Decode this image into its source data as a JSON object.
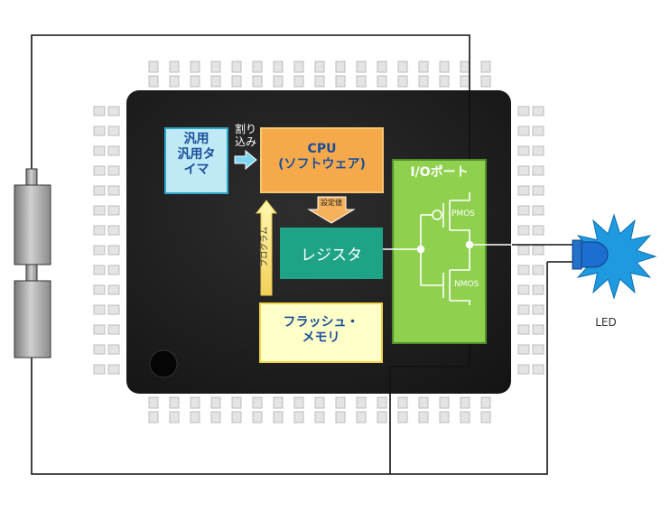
{
  "timer": {
    "line1": "汎用",
    "line2": "汎用タ",
    "line3": "イマ"
  },
  "interrupt": {
    "line1": "割り",
    "line2": "込み"
  },
  "cpu": {
    "line1": "CPU",
    "line2": "(ソフトウェア)"
  },
  "settings_label": "設定値",
  "program_label": "プログラム",
  "register_label": "レジスタ",
  "flash": {
    "line1": "フラッシュ・",
    "line2": "メモリ"
  },
  "io_port_label": "I/Oポート",
  "pmos_label": "PMOS",
  "nmos_label": "NMOS",
  "led_label": "LED",
  "colors": {
    "timer_fill": "#bfe9f5",
    "timer_border": "#2aa7c9",
    "cpu_fill": "#f5a94a",
    "cpu_border": "#f7c675",
    "register_fill": "#1ea386",
    "flash_fill": "#ffffc8",
    "flash_border": "#f0d44a",
    "io_fill": "#8fd14f",
    "io_border": "#4f8f2a",
    "led_blue": "#1a8fd8",
    "chip_body": "#1e1e1e"
  }
}
